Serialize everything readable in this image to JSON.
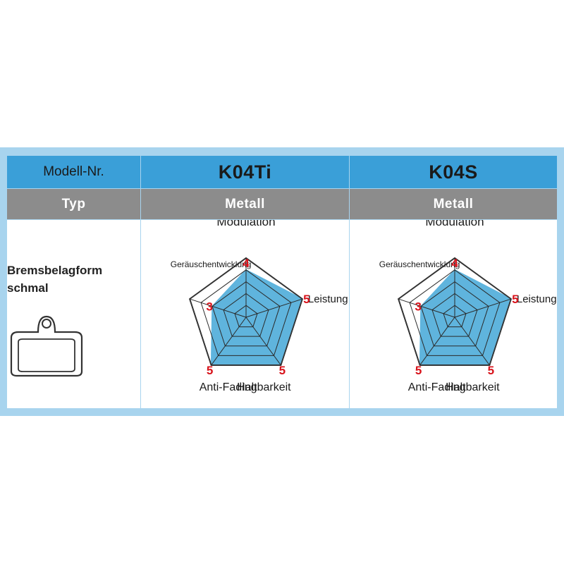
{
  "table": {
    "header_label": "Modell-Nr.",
    "type_label": "Typ",
    "form_label_line1": "Bremsbelagform",
    "form_label_line2": "schmal"
  },
  "models": [
    {
      "name": "K04Ti",
      "type": "Metall"
    },
    {
      "name": "K04S",
      "type": "Metall"
    }
  ],
  "colors": {
    "header_blue": "#3a9fd8",
    "frame_blue": "#a8d4ee",
    "type_gray": "#8c8c8c",
    "radar_fill": "#5fb4dd",
    "value_red": "#d8131b"
  },
  "chart_data": [
    {
      "type": "radar",
      "model": "K04Ti",
      "axes": [
        "Modulation",
        "Leistung",
        "Haltbarkeit",
        "Anti-Fading",
        "Geräuschentwicklung"
      ],
      "values": [
        4,
        5,
        5,
        5,
        3
      ],
      "max": 5
    },
    {
      "type": "radar",
      "model": "K04S",
      "axes": [
        "Modulation",
        "Leistung",
        "Haltbarkeit",
        "Anti-Fading",
        "Geräuschentwicklung"
      ],
      "values": [
        4,
        5,
        5,
        5,
        3
      ],
      "max": 5
    }
  ]
}
